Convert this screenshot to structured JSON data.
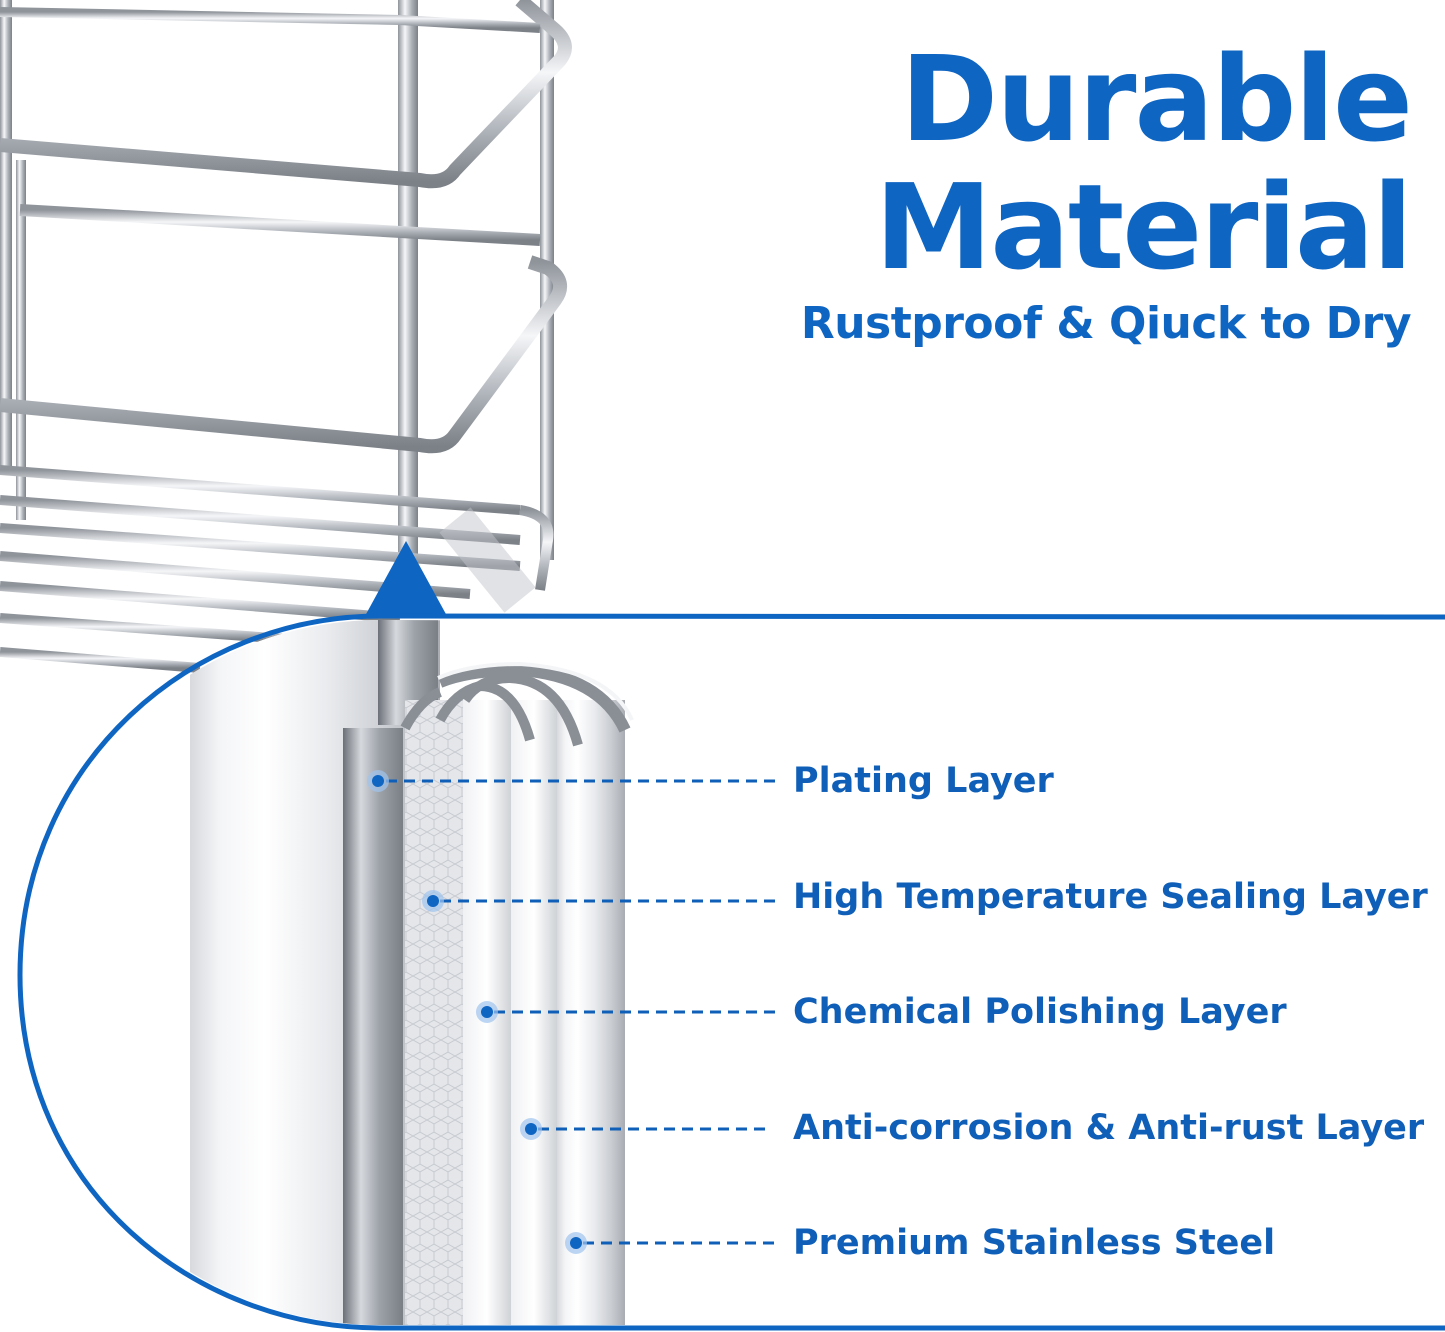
{
  "heading": {
    "line1": "Durable",
    "line2": "Material",
    "subtitle": "Rustproof & Qiuck to Dry"
  },
  "layers": [
    {
      "label": "Plating Layer"
    },
    {
      "label": "High Temperature Sealing Layer"
    },
    {
      "label": "Chemical Polishing Layer"
    },
    {
      "label": "Anti-corrosion & Anti-rust Layer"
    },
    {
      "label": "Premium Stainless Steel"
    }
  ],
  "colors": {
    "brand_blue": "#0f65c2",
    "label_blue": "#0f5fb8",
    "steel": "#c9ccd1"
  }
}
